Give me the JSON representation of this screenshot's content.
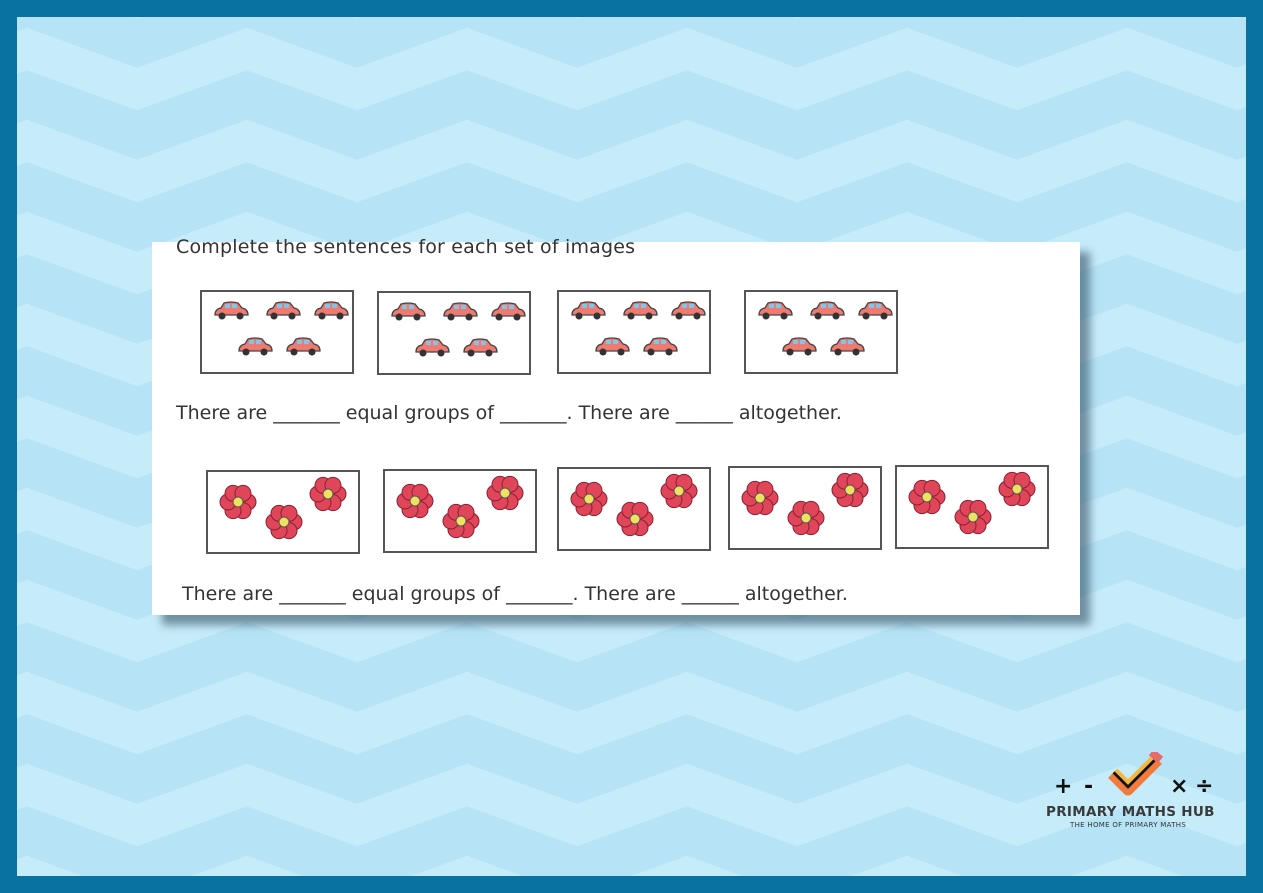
{
  "worksheet": {
    "instruction": "Complete the sentences for each set of images",
    "car_groups": {
      "groups": 4,
      "per_group": 5,
      "item": "car-icon"
    },
    "flower_groups": {
      "groups": 5,
      "per_group": 3,
      "item": "flower-icon"
    },
    "sentence_1": "There are _______ equal groups of _______. There are ______ altogether.",
    "sentence_2": "There are _______ equal groups of _______. There are ______ altogether."
  },
  "logo": {
    "name": "PRIMARY MATHS HUB",
    "tagline": "THE HOME OF PRIMARY MATHS",
    "symbols": [
      "+",
      "-",
      "×",
      "÷"
    ]
  },
  "colors": {
    "frame": "#0a72a0",
    "background": "#b6e4f6",
    "car": "#ee7a72",
    "flower": "#e0455a"
  }
}
